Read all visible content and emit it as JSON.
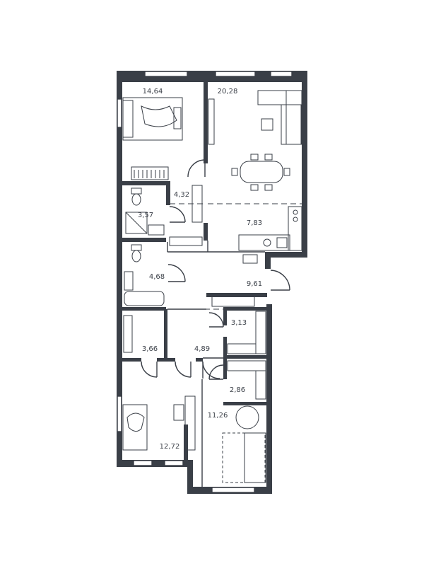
{
  "floor_plan": {
    "rooms": [
      {
        "id": "bedroom-1",
        "area": "14,64"
      },
      {
        "id": "living-room",
        "area": "20,28"
      },
      {
        "id": "dressing-1",
        "area": "4,32"
      },
      {
        "id": "bathroom-1",
        "area": "3,57"
      },
      {
        "id": "kitchen",
        "area": "7,83"
      },
      {
        "id": "bathroom-2",
        "area": "4,68"
      },
      {
        "id": "hall",
        "area": "9,61"
      },
      {
        "id": "storage-1",
        "area": "3,13"
      },
      {
        "id": "storage-2",
        "area": "3,66"
      },
      {
        "id": "corridor",
        "area": "4,89"
      },
      {
        "id": "storage-3",
        "area": "2,86"
      },
      {
        "id": "bedroom-2",
        "area": "11,26"
      },
      {
        "id": "bedroom-3",
        "area": "12,72"
      }
    ],
    "colors": {
      "wall": "#3a3f47",
      "background": "#ffffff"
    }
  }
}
